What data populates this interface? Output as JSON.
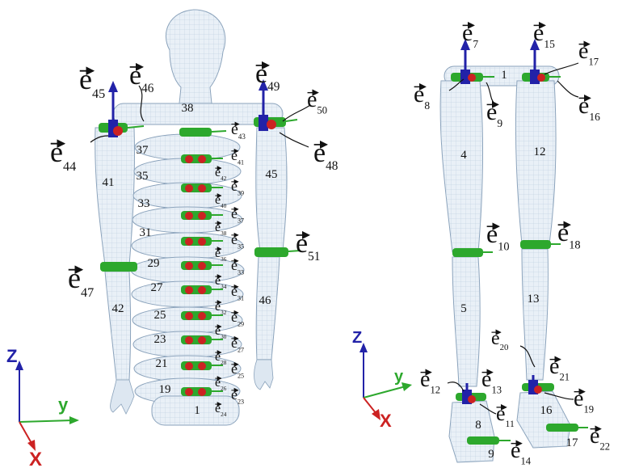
{
  "colors": {
    "z_axis": "#2222a8",
    "y_axis": "#2da82d",
    "x_axis": "#cc2222",
    "mesh": "#a9bed3",
    "body_fill": "#e9f0f7"
  },
  "upper_body": {
    "torso_segments": [
      "38",
      "37",
      "35",
      "33",
      "31",
      "29",
      "27",
      "25",
      "23",
      "21",
      "19",
      "1"
    ],
    "arm_segments": [
      "41",
      "42",
      "45",
      "46"
    ],
    "vectors": [
      {
        "b": "e",
        "s": "45"
      },
      {
        "b": "e",
        "s": "46"
      },
      {
        "b": "e",
        "s": "44"
      },
      {
        "b": "e",
        "s": "47"
      },
      {
        "b": "e",
        "s": "49"
      },
      {
        "b": "e",
        "s": "50"
      },
      {
        "b": "e",
        "s": "48"
      },
      {
        "b": "e",
        "s": "51"
      },
      {
        "b": "e",
        "s": "43"
      },
      {
        "b": "e",
        "s": "41"
      },
      {
        "b": "e",
        "s": "42"
      },
      {
        "b": "e",
        "s": "39"
      },
      {
        "b": "e",
        "s": "40"
      },
      {
        "b": "e",
        "s": "37"
      },
      {
        "b": "e",
        "s": "38"
      },
      {
        "b": "e",
        "s": "35"
      },
      {
        "b": "e",
        "s": "36"
      },
      {
        "b": "e",
        "s": "33"
      },
      {
        "b": "e",
        "s": "34"
      },
      {
        "b": "e",
        "s": "31"
      },
      {
        "b": "e",
        "s": "32"
      },
      {
        "b": "e",
        "s": "29"
      },
      {
        "b": "e",
        "s": "30"
      },
      {
        "b": "e",
        "s": "27"
      },
      {
        "b": "e",
        "s": "28"
      },
      {
        "b": "e",
        "s": "25"
      },
      {
        "b": "e",
        "s": "26"
      },
      {
        "b": "e",
        "s": "23"
      },
      {
        "b": "e",
        "s": "24"
      }
    ],
    "axes": {
      "z": "Z",
      "y": "y",
      "x": "X"
    }
  },
  "lower_body": {
    "segments": [
      "1",
      "4",
      "12",
      "5",
      "13",
      "8",
      "9",
      "16",
      "17"
    ],
    "vectors": [
      {
        "b": "e",
        "s": "7"
      },
      {
        "b": "e",
        "s": "15"
      },
      {
        "b": "e",
        "s": "17"
      },
      {
        "b": "e",
        "s": "8"
      },
      {
        "b": "e",
        "s": "9"
      },
      {
        "b": "e",
        "s": "16"
      },
      {
        "b": "e",
        "s": "10"
      },
      {
        "b": "e",
        "s": "18"
      },
      {
        "b": "e",
        "s": "20"
      },
      {
        "b": "e",
        "s": "12"
      },
      {
        "b": "e",
        "s": "13"
      },
      {
        "b": "e",
        "s": "21"
      },
      {
        "b": "e",
        "s": "11"
      },
      {
        "b": "e",
        "s": "19"
      },
      {
        "b": "e",
        "s": "14"
      },
      {
        "b": "e",
        "s": "22"
      }
    ],
    "axes": {
      "z": "Z",
      "y": "y",
      "x": "X"
    }
  }
}
